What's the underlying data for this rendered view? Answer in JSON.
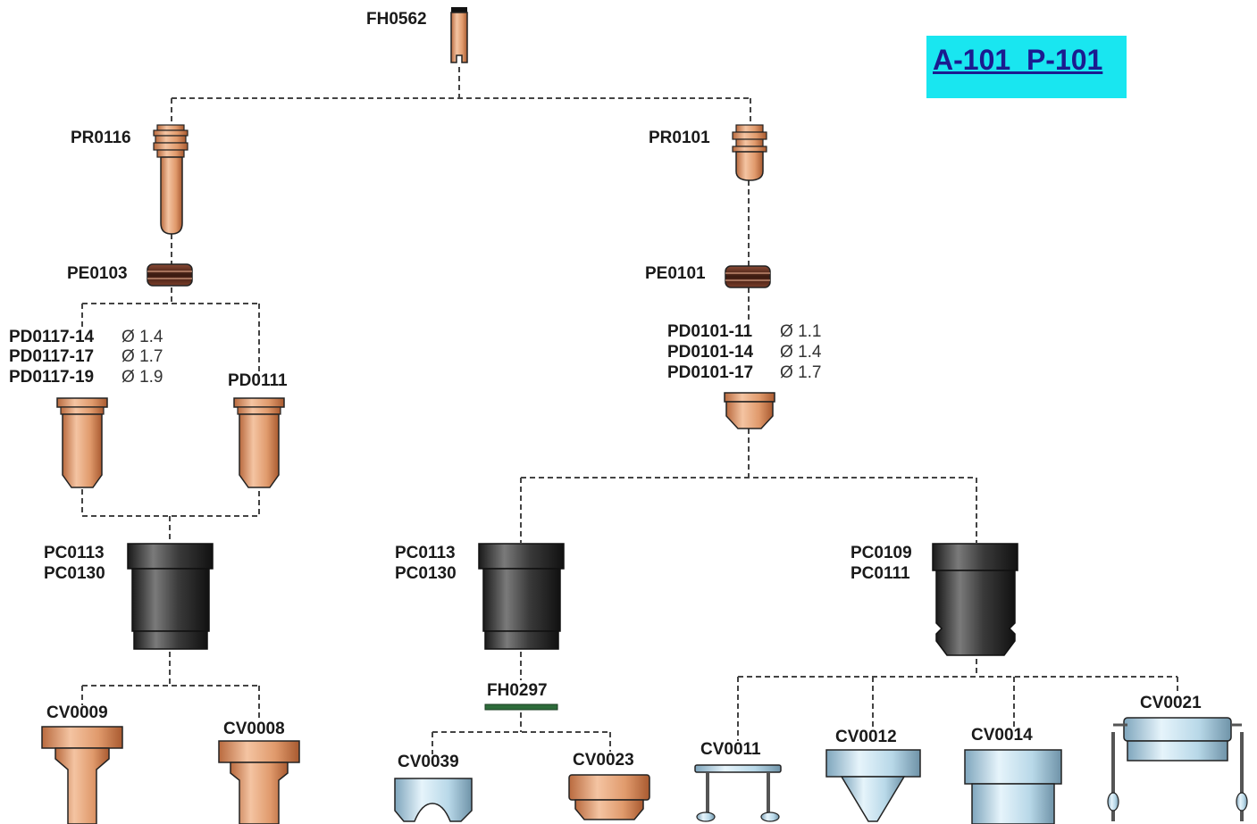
{
  "title": "A-101  P-101",
  "diameter_symbol": "Ø",
  "colors": {
    "title_bg": "#19e6f0",
    "title_text": "#1b1b8f",
    "copper": "#e3a27a",
    "dark_part": "#2b2b2b",
    "light_blue_part": "#c7e4f2",
    "spacer_brown": "#6b3a2a",
    "fh0297_green": "#2d6b3a"
  },
  "parts": {
    "fh0562": "FH0562",
    "pr0116": "PR0116",
    "pr0101": "PR0101",
    "pe0103": "PE0103",
    "pe0101": "PE0101",
    "pd0117": [
      {
        "code": "PD0117-14",
        "dia": "1.4"
      },
      {
        "code": "PD0117-17",
        "dia": "1.7"
      },
      {
        "code": "PD0117-19",
        "dia": "1.9"
      }
    ],
    "pd0111": "PD0111",
    "pd0101": [
      {
        "code": "PD0101-11",
        "dia": "1.1"
      },
      {
        "code": "PD0101-14",
        "dia": "1.4"
      },
      {
        "code": "PD0101-17",
        "dia": "1.7"
      }
    ],
    "cup_left": [
      "PC0113",
      "PC0130"
    ],
    "cup_mid": [
      "PC0113",
      "PC0130"
    ],
    "cup_right": [
      "PC0109",
      "PC0111"
    ],
    "cv0009": "CV0009",
    "cv0008": "CV0008",
    "fh0297": "FH0297",
    "cv0039": "CV0039",
    "cv0023": "CV0023",
    "cv0011": "CV0011",
    "cv0012": "CV0012",
    "cv0014": "CV0014",
    "cv0021": "CV0021"
  }
}
